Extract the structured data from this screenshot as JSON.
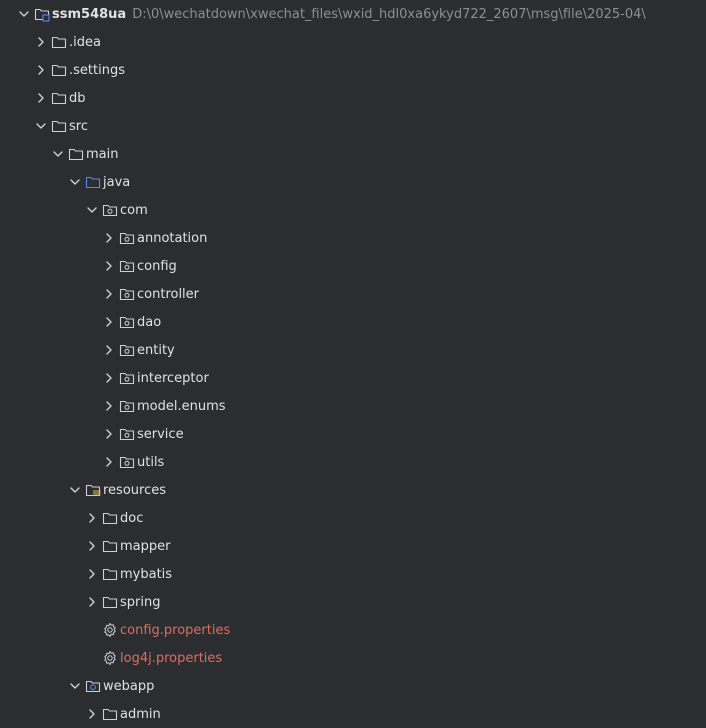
{
  "root": {
    "name": "ssm548ua",
    "path": "D:\\0\\wechatdown\\xwechat_files\\wxid_hdl0xa6ykyd722_2607\\msg\\file\\2025-04\\"
  },
  "colors": {
    "background": "#2b2d30",
    "text": "#dfe1e5",
    "muted": "#8c8f94",
    "file_red": "#e06c5d",
    "java_blue": "#548af7"
  },
  "items": [
    {
      "label": "ssm548ua",
      "depth": 0,
      "expand": "open",
      "icon": "module-folder-icon",
      "bold": true,
      "show_path": true
    },
    {
      "label": ".idea",
      "depth": 1,
      "expand": "closed",
      "icon": "folder-icon"
    },
    {
      "label": ".settings",
      "depth": 1,
      "expand": "closed",
      "icon": "folder-icon"
    },
    {
      "label": "db",
      "depth": 1,
      "expand": "closed",
      "icon": "folder-icon"
    },
    {
      "label": "src",
      "depth": 1,
      "expand": "open",
      "icon": "folder-icon"
    },
    {
      "label": "main",
      "depth": 2,
      "expand": "open",
      "icon": "folder-icon"
    },
    {
      "label": "java",
      "depth": 3,
      "expand": "open",
      "icon": "source-folder-icon"
    },
    {
      "label": "com",
      "depth": 4,
      "expand": "open",
      "icon": "package-icon"
    },
    {
      "label": "annotation",
      "depth": 5,
      "expand": "closed",
      "icon": "package-icon"
    },
    {
      "label": "config",
      "depth": 5,
      "expand": "closed",
      "icon": "package-icon"
    },
    {
      "label": "controller",
      "depth": 5,
      "expand": "closed",
      "icon": "package-icon"
    },
    {
      "label": "dao",
      "depth": 5,
      "expand": "closed",
      "icon": "package-icon"
    },
    {
      "label": "entity",
      "depth": 5,
      "expand": "closed",
      "icon": "package-icon"
    },
    {
      "label": "interceptor",
      "depth": 5,
      "expand": "closed",
      "icon": "package-icon"
    },
    {
      "label": "model.enums",
      "depth": 5,
      "expand": "closed",
      "icon": "package-icon"
    },
    {
      "label": "service",
      "depth": 5,
      "expand": "closed",
      "icon": "package-icon"
    },
    {
      "label": "utils",
      "depth": 5,
      "expand": "closed",
      "icon": "package-icon"
    },
    {
      "label": "resources",
      "depth": 3,
      "expand": "open",
      "icon": "resources-folder-icon"
    },
    {
      "label": "doc",
      "depth": 4,
      "expand": "closed",
      "icon": "folder-icon"
    },
    {
      "label": "mapper",
      "depth": 4,
      "expand": "closed",
      "icon": "folder-icon"
    },
    {
      "label": "mybatis",
      "depth": 4,
      "expand": "closed",
      "icon": "folder-icon"
    },
    {
      "label": "spring",
      "depth": 4,
      "expand": "closed",
      "icon": "folder-icon"
    },
    {
      "label": "config.properties",
      "depth": 4,
      "expand": "none",
      "icon": "gear-icon",
      "red": true
    },
    {
      "label": "log4j.properties",
      "depth": 4,
      "expand": "none",
      "icon": "gear-icon",
      "red": true
    },
    {
      "label": "webapp",
      "depth": 3,
      "expand": "open",
      "icon": "web-folder-icon"
    },
    {
      "label": "admin",
      "depth": 4,
      "expand": "closed",
      "icon": "folder-icon"
    }
  ]
}
